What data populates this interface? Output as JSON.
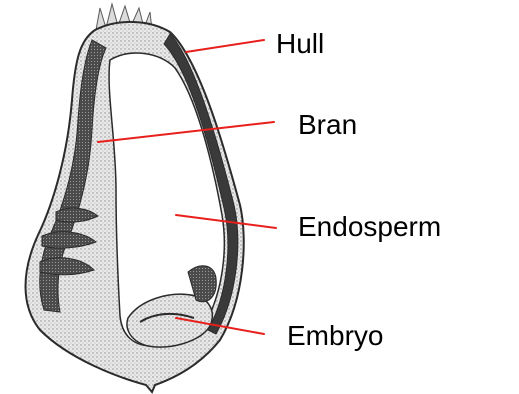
{
  "labels": {
    "hull": "Hull",
    "bran": "Bran",
    "endosperm": "Endosperm",
    "embryo": "Embryo"
  },
  "colors": {
    "leader_line": "#e8201c",
    "text": "#000000",
    "ink": "#2b2b2b",
    "shading": "#6b6b6b"
  },
  "icons": {
    "grain": "grain-cross-section-illustration"
  }
}
